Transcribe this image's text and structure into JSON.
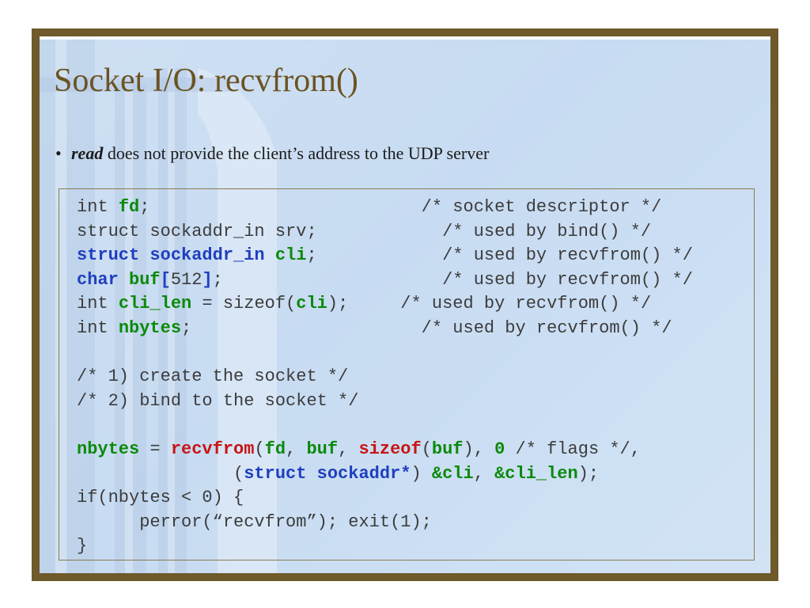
{
  "slide": {
    "title": "Socket I/O: recvfrom()",
    "bullet": {
      "marker": "•",
      "emphasis": "read",
      "text": " does not provide the client’s address to the UDP server"
    }
  },
  "code": {
    "lines": [
      [
        {
          "t": "int ",
          "c": "pl"
        },
        {
          "t": "fd",
          "c": "gv"
        },
        {
          "t": ";                          /* socket descriptor */",
          "c": "pl"
        }
      ],
      [
        {
          "t": "struct sockaddr_in srv;            /* used by bind() */",
          "c": "pl"
        }
      ],
      [
        {
          "t": "struct sockaddr_in ",
          "c": "kw"
        },
        {
          "t": "cli",
          "c": "gv"
        },
        {
          "t": ";            /* used by recvfrom() */",
          "c": "pl"
        }
      ],
      [
        {
          "t": "char ",
          "c": "kw"
        },
        {
          "t": "buf",
          "c": "gv"
        },
        {
          "t": "[",
          "c": "kw"
        },
        {
          "t": "512",
          "c": "pl"
        },
        {
          "t": "]",
          "c": "kw"
        },
        {
          "t": ";                     /* used by recvfrom() */",
          "c": "pl"
        }
      ],
      [
        {
          "t": "int ",
          "c": "pl"
        },
        {
          "t": "cli_len",
          "c": "gv"
        },
        {
          "t": " = sizeof(",
          "c": "pl"
        },
        {
          "t": "cli",
          "c": "gv"
        },
        {
          "t": ");     /* used by recvfrom() */",
          "c": "pl"
        }
      ],
      [
        {
          "t": "int ",
          "c": "pl"
        },
        {
          "t": "nbytes",
          "c": "gv"
        },
        {
          "t": ";                      /* used by recvfrom() */",
          "c": "pl"
        }
      ],
      [
        {
          "t": "",
          "c": "pl"
        }
      ],
      [
        {
          "t": "/* 1) create the socket */",
          "c": "pl"
        }
      ],
      [
        {
          "t": "/* 2) bind to the socket */",
          "c": "pl"
        }
      ],
      [
        {
          "t": "",
          "c": "pl"
        }
      ],
      [
        {
          "t": "nbytes",
          "c": "gv"
        },
        {
          "t": " = ",
          "c": "pl"
        },
        {
          "t": "recvfrom",
          "c": "fn"
        },
        {
          "t": "(",
          "c": "pl"
        },
        {
          "t": "fd",
          "c": "gv"
        },
        {
          "t": ", ",
          "c": "pl"
        },
        {
          "t": "buf",
          "c": "gv"
        },
        {
          "t": ", ",
          "c": "pl"
        },
        {
          "t": "sizeof",
          "c": "fn"
        },
        {
          "t": "(",
          "c": "pl"
        },
        {
          "t": "buf",
          "c": "gv"
        },
        {
          "t": "), ",
          "c": "pl"
        },
        {
          "t": "0",
          "c": "gv"
        },
        {
          "t": " /* flags */,",
          "c": "pl"
        }
      ],
      [
        {
          "t": "               (",
          "c": "pl"
        },
        {
          "t": "struct sockaddr*",
          "c": "kw"
        },
        {
          "t": ") ",
          "c": "pl"
        },
        {
          "t": "&cli",
          "c": "gv"
        },
        {
          "t": ", ",
          "c": "pl"
        },
        {
          "t": "&cli_len",
          "c": "gv"
        },
        {
          "t": ");",
          "c": "pl"
        }
      ],
      [
        {
          "t": "if(nbytes < 0) {",
          "c": "pl"
        }
      ],
      [
        {
          "t": "      perror(“recvfrom”); exit(1);",
          "c": "pl"
        }
      ],
      [
        {
          "t": "}",
          "c": "pl"
        }
      ]
    ]
  }
}
